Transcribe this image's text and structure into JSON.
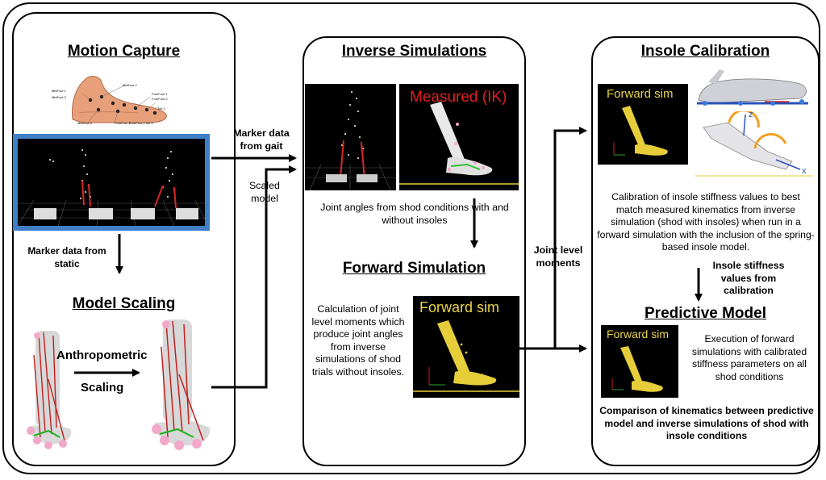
{
  "panels": {
    "motion_capture": {
      "title": "Motion Capture",
      "marker_static": "Marker data from static",
      "foot_marker_labels": [
        "MidFoot 1",
        "MidFoot 2",
        "MidFoot 3",
        "MidFoot 4",
        "ForeFoot 1",
        "ForeFoot 2",
        "ForeFoot 3",
        "ForeFoot 4",
        "Toe 1",
        "Toe 2"
      ]
    },
    "model_scaling": {
      "title": "Model Scaling",
      "anthropometric": "Anthropometric",
      "scaling": "Scaling"
    },
    "inverse": {
      "title": "Inverse Simulations",
      "measured": "Measured (IK)",
      "joint_angles": "Joint angles from shod conditions with and without insoles"
    },
    "forward": {
      "title": "Forward Simulation",
      "description": "Calculation of joint level moments which produce joint angles from inverse simulations of shod trials without insoles.",
      "image_label": "Forward sim"
    },
    "insole": {
      "title": "Insole Calibration",
      "image_label": "Forward sim",
      "axis_z": "z",
      "axis_x": "x",
      "description": "Calibration of insole stiffness values to best match measured kinematics from inverse simulation (shod with insoles) when run in a forward simulation with the inclusion of the spring-based insole model.",
      "stiffness": "Insole stiffness values from calibration"
    },
    "predictive": {
      "title": "Predictive Model",
      "image_label": "Forward sim",
      "description": "Execution of forward simulations with calibrated stiffness parameters on all shod conditions",
      "comparison": "Comparison of kinematics between predictive model and inverse simulations of shod with insole conditions"
    }
  },
  "connectors": {
    "marker_gait": "Marker data from gait",
    "scaled_model": "Scaled model",
    "joint_level": "Joint level moments"
  },
  "colors": {
    "mocap_frame": "#3f7fc8",
    "marker_lines": "#d62828",
    "forward_bone": "#e6cd3a",
    "forward_label": "#e8d44a",
    "measured_label": "#e02020",
    "orange_axes": "#f0a020",
    "green_markers": "#30c030"
  }
}
